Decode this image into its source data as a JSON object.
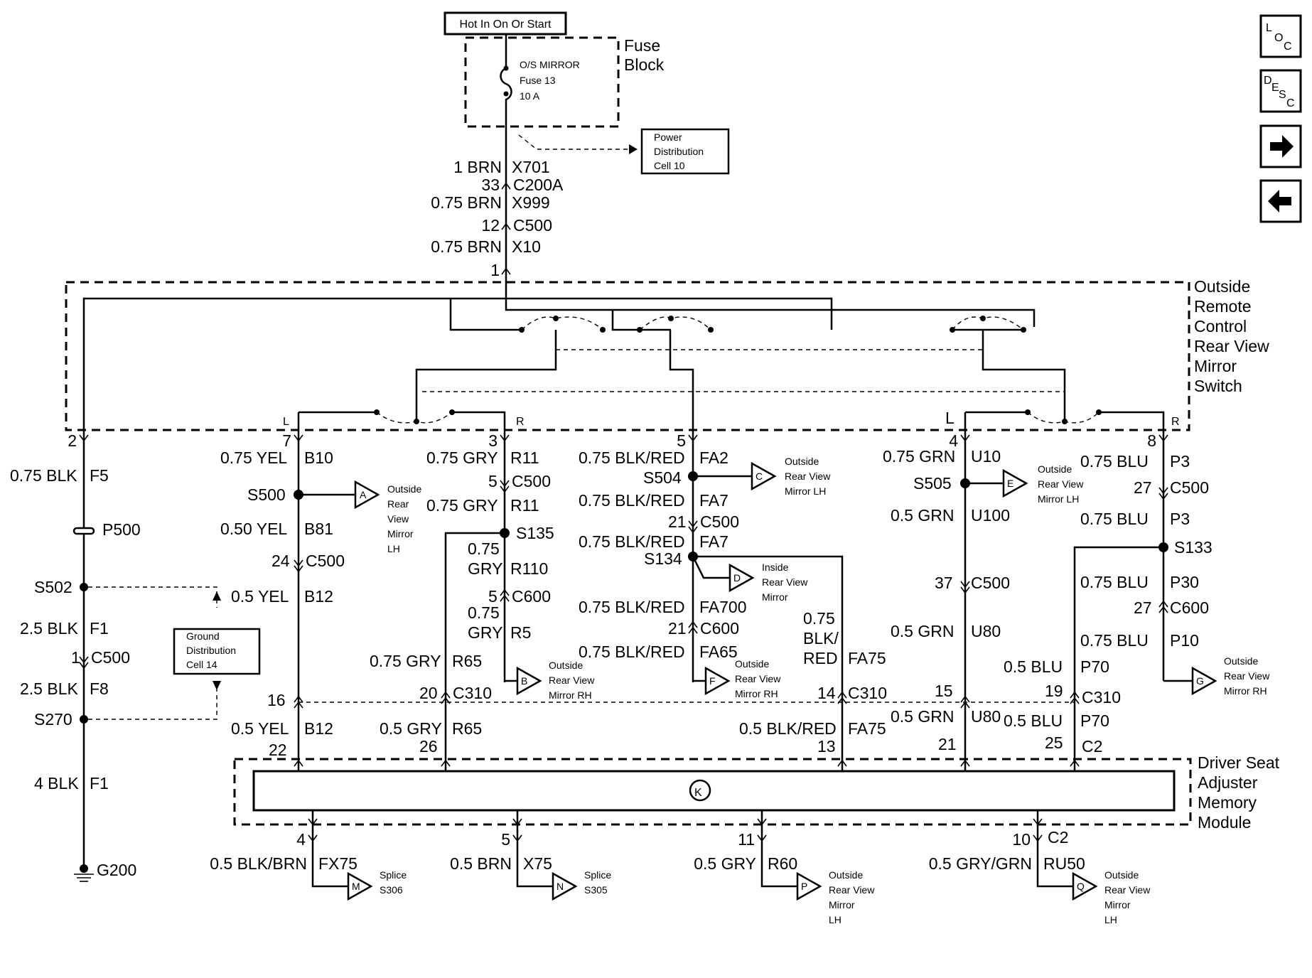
{
  "header": {
    "hot_label": "Hot In On Or Start",
    "fuse_block": [
      "Fuse",
      "Block"
    ],
    "fuse": [
      "O/S MIRROR",
      "Fuse 13",
      "10 A"
    ],
    "power_ref": [
      "Power",
      "Distribution",
      "Cell 10"
    ]
  },
  "feed": {
    "c1": "1 BRN",
    "c1c": "X701",
    "c2n": "33",
    "c2": "C200A",
    "c3": "0.75 BRN",
    "c3c": "X999",
    "c4n": "12",
    "c4": "C500",
    "c5": "0.75 BRN",
    "c5c": "X10",
    "c6n": "1"
  },
  "switch": {
    "label": [
      "Outside",
      "Remote",
      "Control",
      "Rear View",
      "Mirror",
      "Switch"
    ],
    "l1": "L",
    "r1": "R",
    "l2": "L",
    "r2": "R",
    "pins": [
      "2",
      "7",
      "3",
      "5",
      "4",
      "8"
    ]
  },
  "ground": {
    "w1": "0.75 BLK",
    "w1c": "F5",
    "p500": "P500",
    "s502": "S502",
    "ref": [
      "Ground",
      "Distribution",
      "Cell 14"
    ],
    "w2": "2.5 BLK",
    "w2c": "F1",
    "conn_n": "1",
    "conn": "C500",
    "w3": "2.5 BLK",
    "w3c": "F8",
    "s270": "S270",
    "w4": "4 BLK",
    "w4c": "F1",
    "g200": "G200"
  },
  "col_yel": {
    "w1": "0.75 YEL",
    "w1c": "B10",
    "s500": "S500",
    "ref_letter": "A",
    "ref": [
      "Outside",
      "Rear",
      "View",
      "Mirror",
      "LH"
    ],
    "w2": "0.50 YEL",
    "w2c": "B81",
    "conn_n": "24",
    "conn": "C500",
    "w3": "0.5 YEL",
    "w3c": "B12",
    "c310_n": "16",
    "w4": "0.5 YEL",
    "w4c": "B12",
    "mod_n": "22"
  },
  "col_gry": {
    "w1": "0.75 GRY",
    "w1c": "R11",
    "c1_n": "5",
    "c1": "C500",
    "w2": "0.75 GRY",
    "w2c": "R11",
    "s135": "S135",
    "w3a": "0.75",
    "w3b": "GRY",
    "w3c": "R110",
    "c2_n": "5",
    "c2": "C600",
    "w4a": "0.75",
    "w4b": "GRY",
    "w4c": "R5",
    "ref_letter": "B",
    "ref": [
      "Outside",
      "Rear View",
      "Mirror RH"
    ],
    "w5": "0.75 GRY",
    "w5c": "R65",
    "c310_n": "20",
    "c310": "C310",
    "w6": "0.5 GRY",
    "w6c": "R65",
    "mod_n": "26"
  },
  "col_blkred": {
    "w1": "0.75 BLK/RED",
    "w1c": "FA2",
    "s504": "S504",
    "ref_c": "C",
    "ref_c_text": [
      "Outside",
      "Rear View",
      "Mirror LH"
    ],
    "w2": "0.75 BLK/RED",
    "w2c": "FA7",
    "c1_n": "21",
    "c1": "C500",
    "w3": "0.75 BLK/RED",
    "w3c": "FA7",
    "s134": "S134",
    "ref_d": "D",
    "ref_d_text": [
      "Inside",
      "Rear View",
      "Mirror"
    ],
    "w4": "0.75 BLK/RED",
    "w4c": "FA700",
    "c2_n": "21",
    "c2": "C600",
    "w5": "0.75 BLK/RED",
    "w5c": "FA65",
    "ref_f": "F",
    "ref_f_text": [
      "Outside",
      "Rear View",
      "Mirror RH"
    ],
    "b_w1a": "0.75",
    "b_w1b": "BLK/",
    "b_w1c": "RED",
    "b_w1d": "FA75",
    "b_c310_n": "14",
    "b_c310": "C310",
    "b_w2": "0.5 BLK/RED",
    "b_w2c": "FA75",
    "b_mod_n": "13"
  },
  "col_grn": {
    "w1": "0.75 GRN",
    "w1c": "U10",
    "s505": "S505",
    "ref_letter": "E",
    "ref": [
      "Outside",
      "Rear View",
      "Mirror LH"
    ],
    "w2": "0.5 GRN",
    "w2c": "U100",
    "c1_n": "37",
    "c1": "C500",
    "w3": "0.5 GRN",
    "w3c": "U80",
    "c310_n": "15",
    "w4": "0.5 GRN",
    "w4c": "U80",
    "mod_n": "21"
  },
  "col_blu": {
    "w1": "0.75 BLU",
    "w1c": "P3",
    "c1_n": "27",
    "c1": "C500",
    "w2": "0.75 BLU",
    "w2c": "P3",
    "s133": "S133",
    "w3": "0.75 BLU",
    "w3c": "P30",
    "c2_n": "27",
    "c2": "C600",
    "w4": "0.75 BLU",
    "w4c": "P10",
    "ref_letter": "G",
    "ref": [
      "Outside",
      "Rear View",
      "Mirror RH"
    ],
    "b_w1": "0.5 BLU",
    "b_w1c": "P70",
    "b_c310_n": "19",
    "b_c310": "C310",
    "b_w2": "0.5 BLU",
    "b_w2c": "P70",
    "b_mod_n": "25",
    "b_mod": "C2"
  },
  "module": {
    "label": [
      "Driver Seat",
      "Adjuster",
      "Memory",
      "Module"
    ],
    "symbol": "K"
  },
  "outputs": [
    {
      "pin": "4",
      "wire": "0.5 BLK/BRN",
      "circuit": "FX75",
      "letter": "M",
      "ref": [
        "Splice",
        "S306"
      ]
    },
    {
      "pin": "5",
      "wire": "0.5 BRN",
      "circuit": "X75",
      "letter": "N",
      "ref": [
        "Splice",
        "S305"
      ]
    },
    {
      "pin": "11",
      "wire": "0.5 GRY",
      "circuit": "R60",
      "letter": "P",
      "ref": [
        "Outside",
        "Rear View",
        "Mirror",
        "LH"
      ]
    },
    {
      "pin": "10",
      "conn": "C2",
      "wire": "0.5 GRY/GRN",
      "circuit": "RU50",
      "letter": "Q",
      "ref": [
        "Outside",
        "Rear View",
        "Mirror",
        "LH"
      ]
    }
  ],
  "nav": {
    "loc": [
      "L",
      "O",
      "C"
    ],
    "desc": [
      "D",
      "E",
      "S",
      "C"
    ],
    "next_icon": "arrow-right-icon",
    "prev_icon": "arrow-left-icon"
  }
}
